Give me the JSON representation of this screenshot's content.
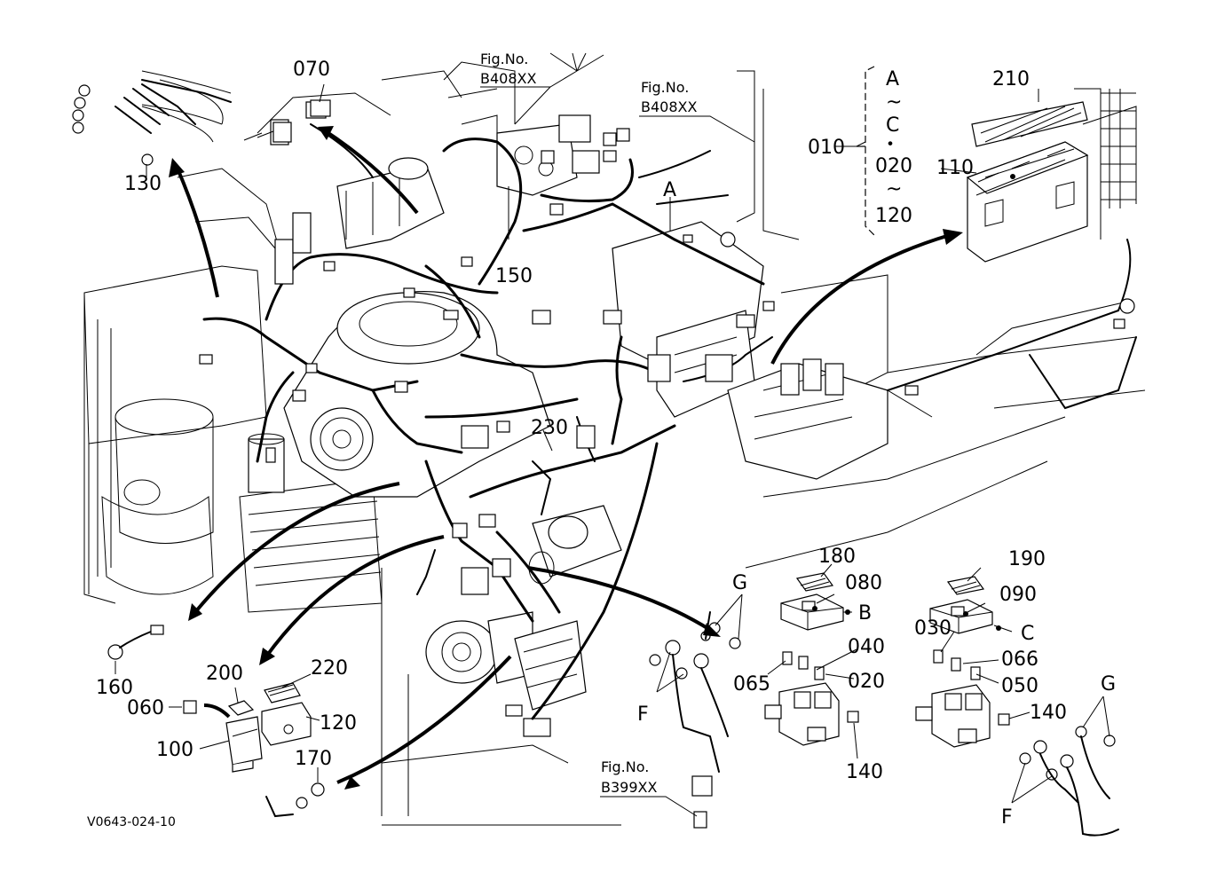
{
  "labels": {
    "p070": "070",
    "p130": "130",
    "p150": "150",
    "p230": "230",
    "p210": "210",
    "p110": "110",
    "p010": "010",
    "range_a": "A",
    "range_tilde1": "~",
    "range_c": "C",
    "range_dot": "・",
    "range_020": "020",
    "range_tilde2": "~",
    "range_120": "120",
    "ref_a": "A",
    "p180": "180",
    "p080": "080",
    "ref_b": "B",
    "p190": "190",
    "p090": "090",
    "ref_c": "C",
    "p040": "040",
    "p065": "065",
    "p020": "020",
    "p030": "030",
    "p066": "066",
    "p050": "050",
    "p140a": "140",
    "p140b": "140",
    "ref_g1": "G",
    "ref_g2": "G",
    "ref_f1": "F",
    "ref_f2": "F",
    "p160": "160",
    "p200": "200",
    "p220": "220",
    "p060": "060",
    "p120": "120",
    "p100": "100",
    "p170": "170"
  },
  "fig_refs": [
    {
      "line1": "Fig.No.",
      "line2": "B408XX"
    },
    {
      "line1": "Fig.No.",
      "line2": "B408XX"
    },
    {
      "line1": "Fig.No.",
      "line2": "B399XX"
    }
  ],
  "drawing_code": "V0643-024-10"
}
